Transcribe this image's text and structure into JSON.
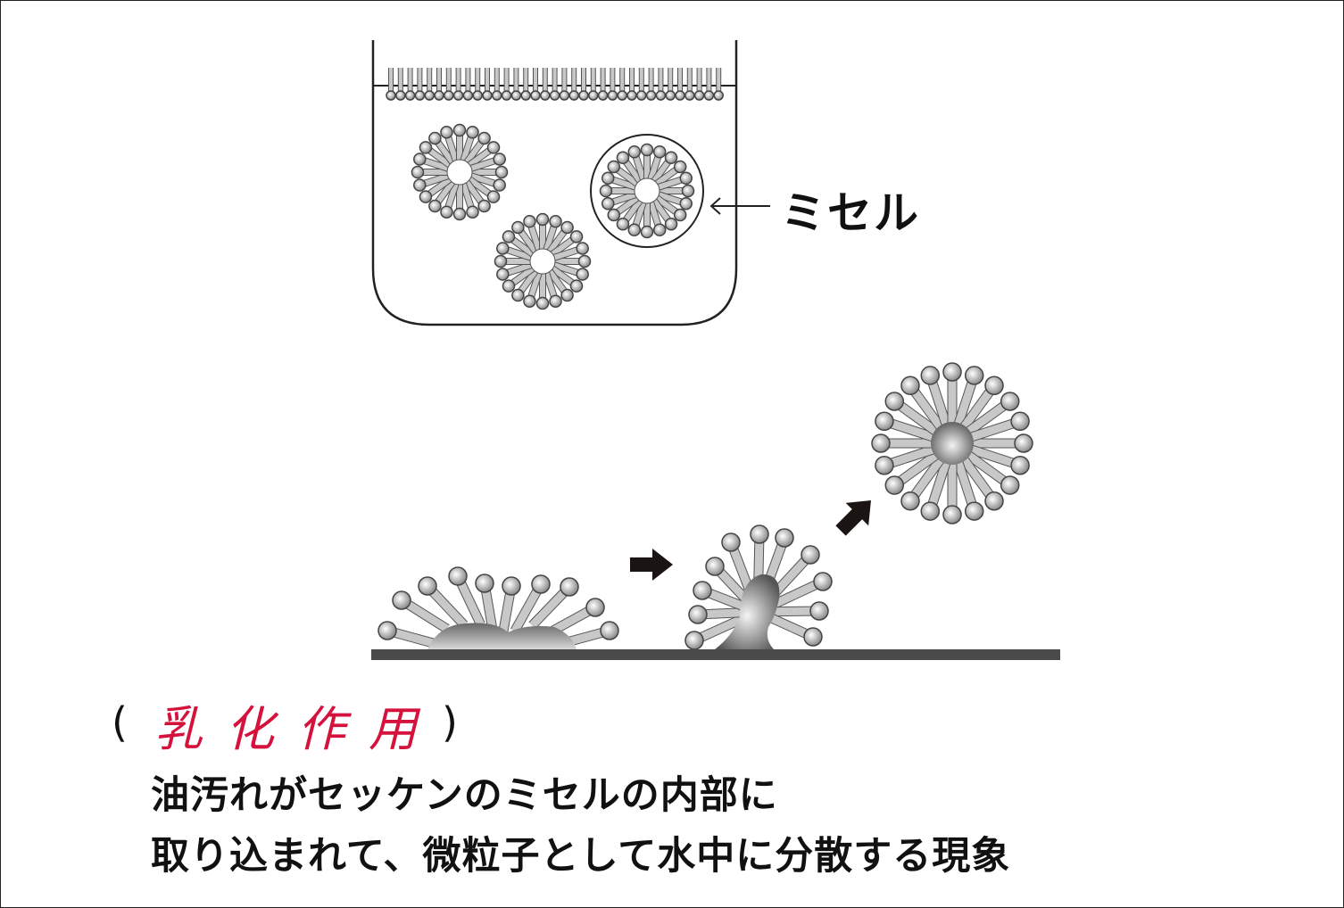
{
  "label_micelle": "ミセル",
  "answer": {
    "open_paren": "(",
    "handwritten": "乳化作用",
    "close_paren": ")"
  },
  "description": [
    "油汚れがセッケンのミセルの内部に",
    "取り込まれて、微粒子として水中に分散する現象"
  ],
  "colors": {
    "handwriting": "#d4123c",
    "surface": "#4a4a4a",
    "arrow": "#1a1412"
  }
}
